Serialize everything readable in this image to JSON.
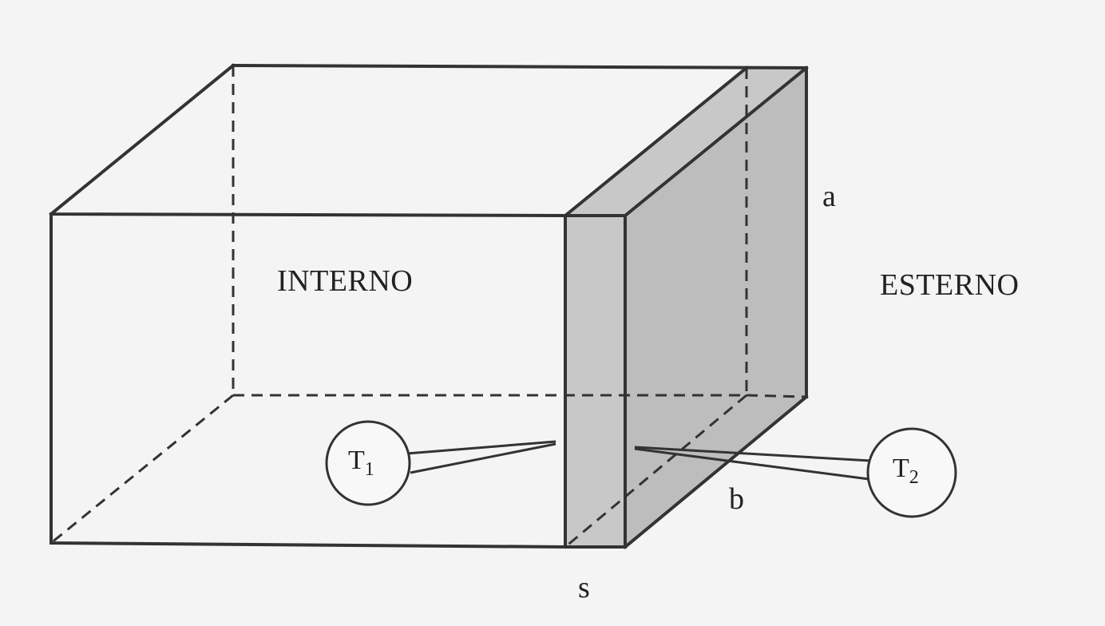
{
  "labels": {
    "interior": "INTERNO",
    "exterior": "ESTERNO",
    "height": "a",
    "depth": "b",
    "thickness": "s"
  },
  "sensors": [
    {
      "name": "T",
      "subscript": "1"
    },
    {
      "name": "T",
      "subscript": "2"
    }
  ],
  "colors": {
    "line": "#333333",
    "wall_fill": "#c8c8c8",
    "background": "#f4f4f4"
  }
}
